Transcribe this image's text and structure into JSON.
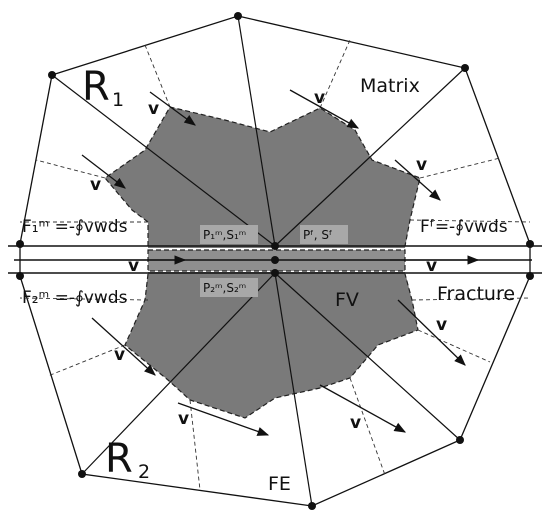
{
  "labels": {
    "r1": "R",
    "r1_sub": "1",
    "r2": "R",
    "r2_sub": "2",
    "matrix": "Matrix",
    "fracture": "Fracture",
    "fv": "FV",
    "fe": "FE",
    "velocity": "v",
    "flux_m1": "F₁ᵐ =-∮vwds",
    "flux_m2": "F₂ᵐ =-∮vwds",
    "flux_f": "Fᶠ=-∮vwds",
    "pm1": "P₁ᵐ,S₁ᵐ",
    "pm2": "P₂ᵐ,S₂ᵐ",
    "pf": "Pᶠ, Sᶠ"
  },
  "colors": {
    "control_volume": "#7a7a7a",
    "fracture_fill": "#9a9a9a",
    "line": "#111111",
    "dashed": "#333333"
  }
}
